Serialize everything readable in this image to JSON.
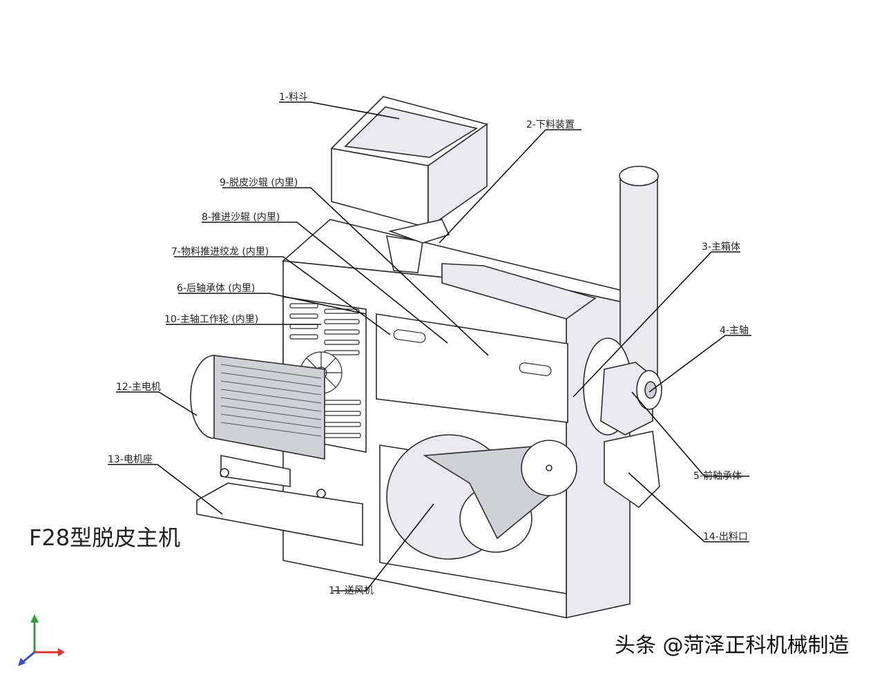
{
  "diagram": {
    "title": "F28型脱皮主机",
    "watermark": "头条 @菏泽正科机械制造",
    "labels": [
      {
        "id": "hopper",
        "text": "1-料斗"
      },
      {
        "id": "feeder",
        "text": "2-下料装置"
      },
      {
        "id": "main-box",
        "text": "3-主箱体"
      },
      {
        "id": "main-shaft",
        "text": "4-主轴"
      },
      {
        "id": "front-bearing",
        "text": "5-前轴承体"
      },
      {
        "id": "rear-bearing",
        "text": "6-后轴承体 (内里)"
      },
      {
        "id": "screw-conveyor",
        "text": "7-物料推进绞龙 (内里)"
      },
      {
        "id": "push-roller",
        "text": "8-推进沙辊 (内里)"
      },
      {
        "id": "peel-roller",
        "text": "9-脱皮沙辊 (内里)"
      },
      {
        "id": "work-wheel",
        "text": "10-主轴工作轮 (内里)"
      },
      {
        "id": "blower",
        "text": "11-送风机"
      },
      {
        "id": "motor",
        "text": "12-主电机"
      },
      {
        "id": "motor-base",
        "text": "13-电机座"
      },
      {
        "id": "outlet",
        "text": "14-出料口"
      }
    ],
    "colors": {
      "line": "#2a2a2a",
      "shade": "#e9e9ef",
      "axis_x": "#d9342b",
      "axis_y": "#2e9e3a",
      "axis_z": "#2b4fd9"
    }
  }
}
